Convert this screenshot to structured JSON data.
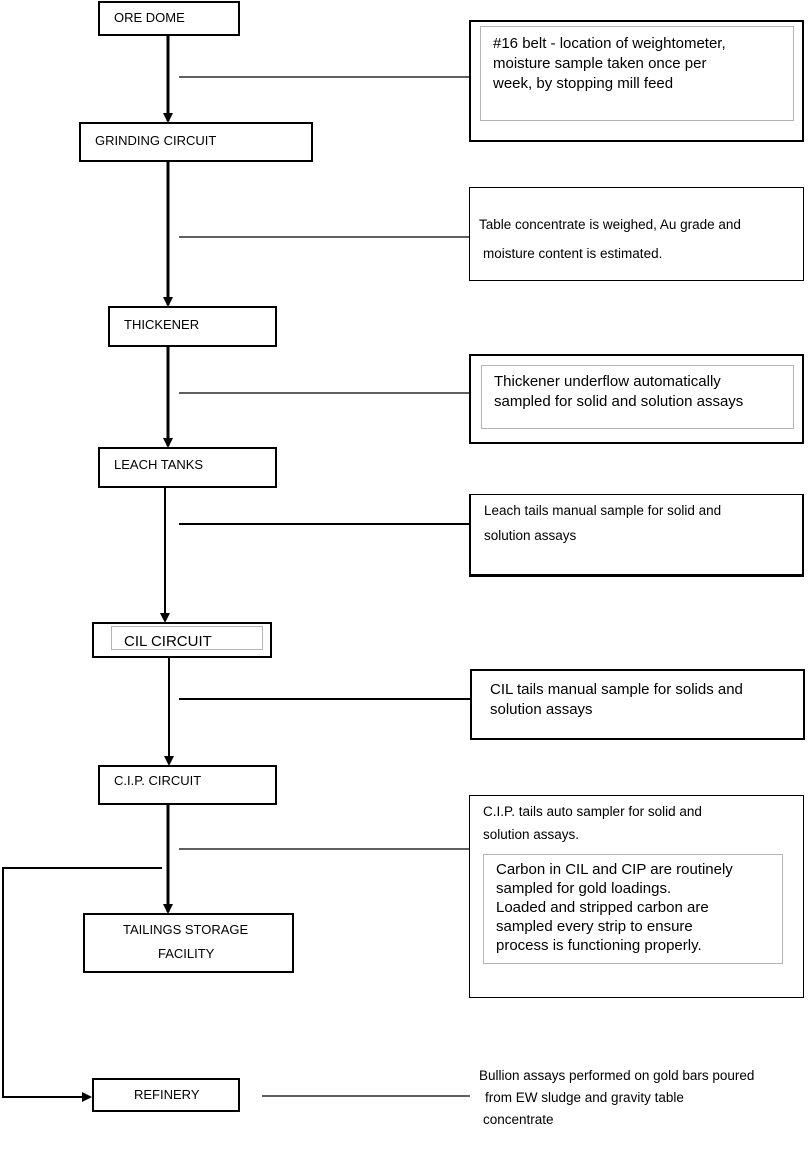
{
  "nodes": {
    "ore_dome": "ORE DOME",
    "grinding_circuit": "GRINDING CIRCUIT",
    "thickener": "THICKENER",
    "leach_tanks": "LEACH TANKS",
    "cil_circuit": "CIL CIRCUIT",
    "cip_circuit": "C.I.P. CIRCUIT",
    "tailings_line1": "TAILINGS STORAGE",
    "tailings_line2": "FACILITY",
    "refinery": "REFINERY"
  },
  "notes": {
    "belt": [
      "#16 belt - location of weightometer,",
      "moisture sample taken once per",
      "week, by stopping mill feed"
    ],
    "table_concentrate": [
      "Table concentrate is weighed, Au grade and",
      "moisture content is estimated."
    ],
    "thickener": [
      "Thickener underflow automatically",
      "sampled for solid and solution assays"
    ],
    "leach": [
      "Leach tails manual sample for solid and",
      "solution assays"
    ],
    "cil": [
      "CIL tails manual sample for solids and",
      "solution assays"
    ],
    "cip": [
      "C.I.P. tails auto sampler for solid and",
      "solution assays."
    ],
    "carbon": [
      "Carbon in CIL and CIP are routinely",
      "sampled for gold loadings.",
      "Loaded and stripped carbon are",
      "sampled every strip to ensure",
      "process is functioning properly."
    ],
    "bullion": [
      "Bullion assays performed on gold bars poured",
      "from EW sludge and gravity table",
      "concentrate"
    ]
  }
}
